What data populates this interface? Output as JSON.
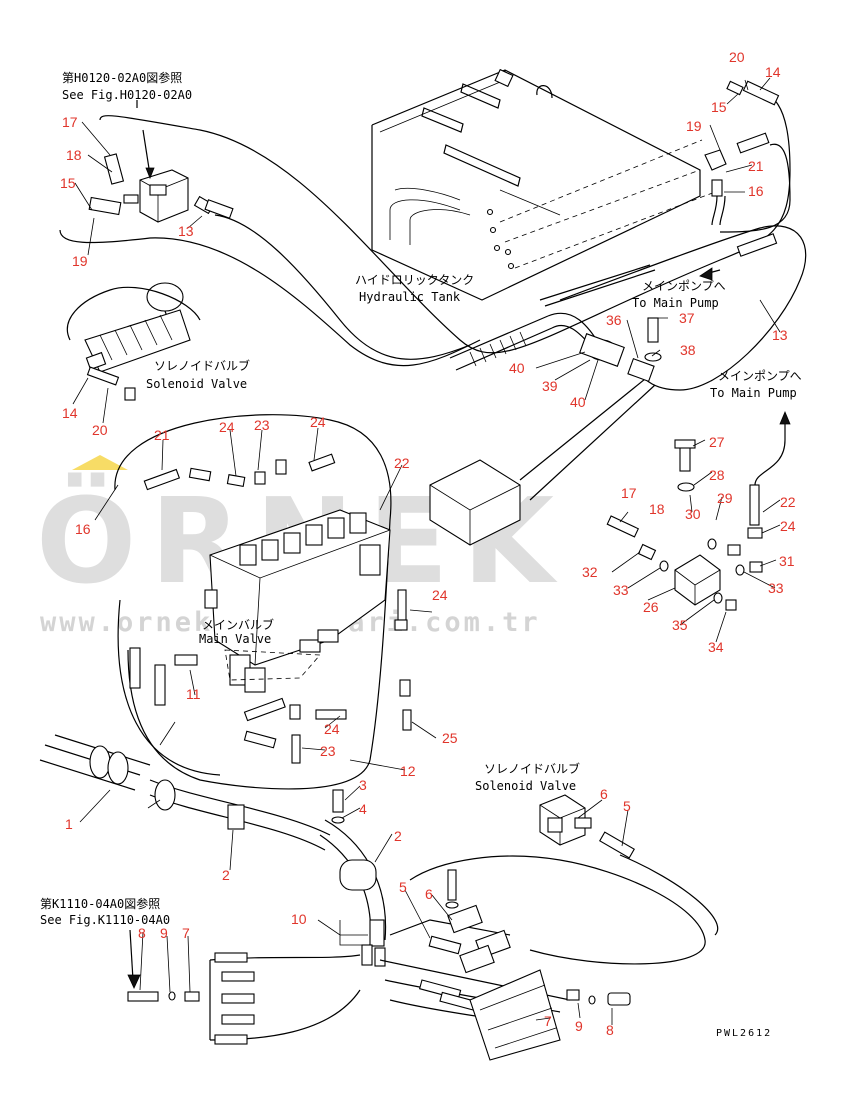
{
  "colors": {
    "callout": "#e0352b",
    "ink": "#000000",
    "watermark": "#dedede",
    "watermark_accent": "#f2c400"
  },
  "watermark": {
    "brand": "ÖRNEK",
    "url": "www.ornekmakinalari.com.tr"
  },
  "references": {
    "top": {
      "jp": "第H0120-02A0図参照",
      "en": "See Fig.H0120-02A0"
    },
    "bottom": {
      "jp": "第K1110-04A0図参照",
      "en": "See Fig.K1110-04A0"
    }
  },
  "labels": {
    "hydraulic_tank": {
      "jp": "ハイドロリックタンク",
      "en": "Hydraulic Tank"
    },
    "to_main_pump_1": {
      "jp": "メインポンプへ",
      "en": "To Main Pump"
    },
    "to_main_pump_2": {
      "jp": "メインポンプへ",
      "en": "To Main Pump"
    },
    "solenoid_valve_1": {
      "jp": "ソレノイドバルブ",
      "en": "Solenoid Valve"
    },
    "solenoid_valve_2": {
      "jp": "ソレノイドバルブ",
      "en": "Solenoid Valve"
    },
    "main_valve": {
      "jp": "メインバルブ",
      "en": "Main Valve"
    }
  },
  "drawing_code": "PWL2612",
  "callouts": [
    "20",
    "14",
    "15",
    "19",
    "21",
    "16",
    "17",
    "18",
    "15",
    "19",
    "13",
    "13",
    "37",
    "36",
    "38",
    "40",
    "39",
    "40",
    "14",
    "20",
    "21",
    "24",
    "23",
    "24",
    "22",
    "16",
    "27",
    "28",
    "29",
    "22",
    "24",
    "17",
    "18",
    "30",
    "31",
    "32",
    "33",
    "26",
    "33",
    "35",
    "34",
    "24",
    "11",
    "24",
    "23",
    "25",
    "12",
    "3",
    "4",
    "1",
    "2",
    "2",
    "5",
    "6",
    "5",
    "6",
    "10",
    "8",
    "9",
    "7",
    "7",
    "9",
    "8"
  ]
}
